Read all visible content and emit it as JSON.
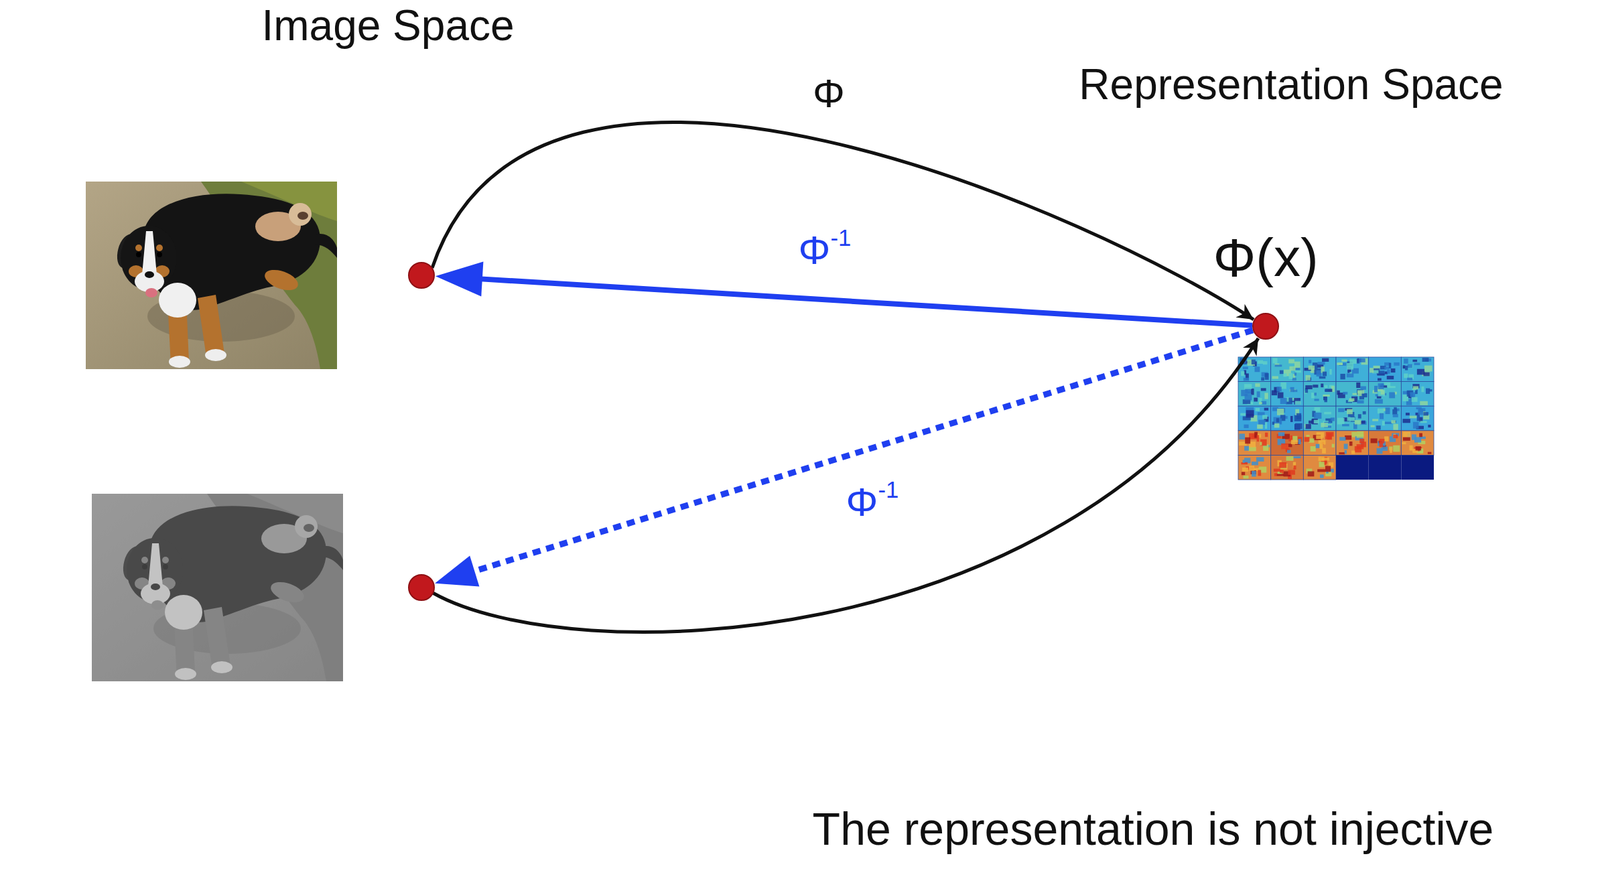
{
  "diagram": {
    "caption": "The representation is not injective",
    "nodes": [
      {
        "text": [
          "Image Space"
        ]
      },
      {
        "text": [
          "Representation Space"
        ]
      },
      {
        "text": [
          "Φ(x)"
        ],
        "in": 1
      }
    ],
    "labels": [
      "Φ",
      "Φ-1",
      "Φ-1"
    ]
  }
}
